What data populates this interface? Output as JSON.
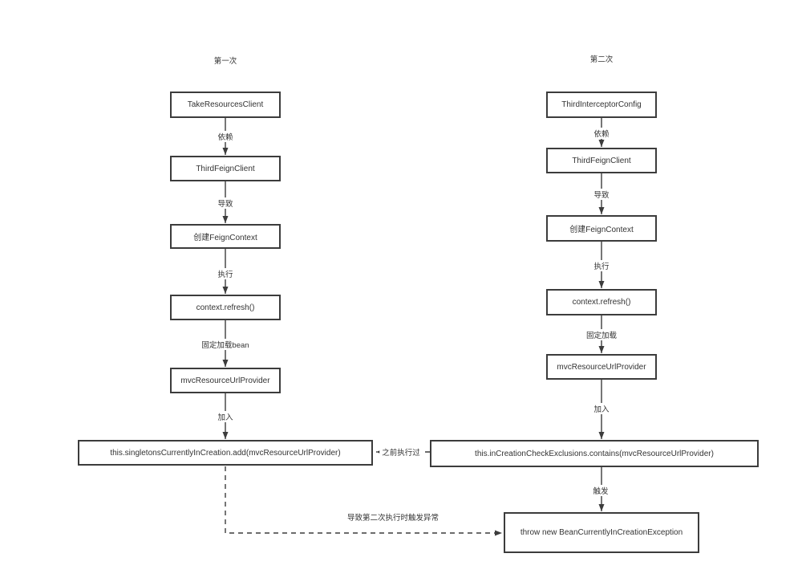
{
  "diagram": {
    "columns": [
      {
        "title": "第一次",
        "nodes": [
          "TakeResourcesClient",
          "ThirdFeignClient",
          "创建FeignContext",
          "context.refresh()",
          "mvcResourceUrlProvider",
          "this.singletonsCurrentlyInCreation.add(mvcResourceUrlProvider)"
        ],
        "edge_labels": [
          "依赖",
          "导致",
          "执行",
          "固定加载bean",
          "加入"
        ]
      },
      {
        "title": "第二次",
        "nodes": [
          "ThirdInterceptorConfig",
          "ThirdFeignClient",
          "创建FeignContext",
          "context.refresh()",
          "mvcResourceUrlProvider",
          "this.inCreationCheckExclusions.contains(mvcResourceUrlProvider)",
          "throw new BeanCurrentlyInCreationException"
        ],
        "edge_labels": [
          "依赖",
          "导致",
          "执行",
          "固定加载",
          "加入",
          "触发"
        ]
      }
    ],
    "cross_links": [
      {
        "label": "之前执行过",
        "style": "dashed",
        "direction": "right-wide-box-to-left-wide-box"
      },
      {
        "label": "导致第二次执行时触发异常",
        "style": "dashed",
        "direction": "left-wide-box-to-exception-box"
      }
    ],
    "colors": {
      "background": "#ffffff",
      "border": "#3c3c3c",
      "line": "#3c3c3c",
      "text": "#333333"
    }
  }
}
